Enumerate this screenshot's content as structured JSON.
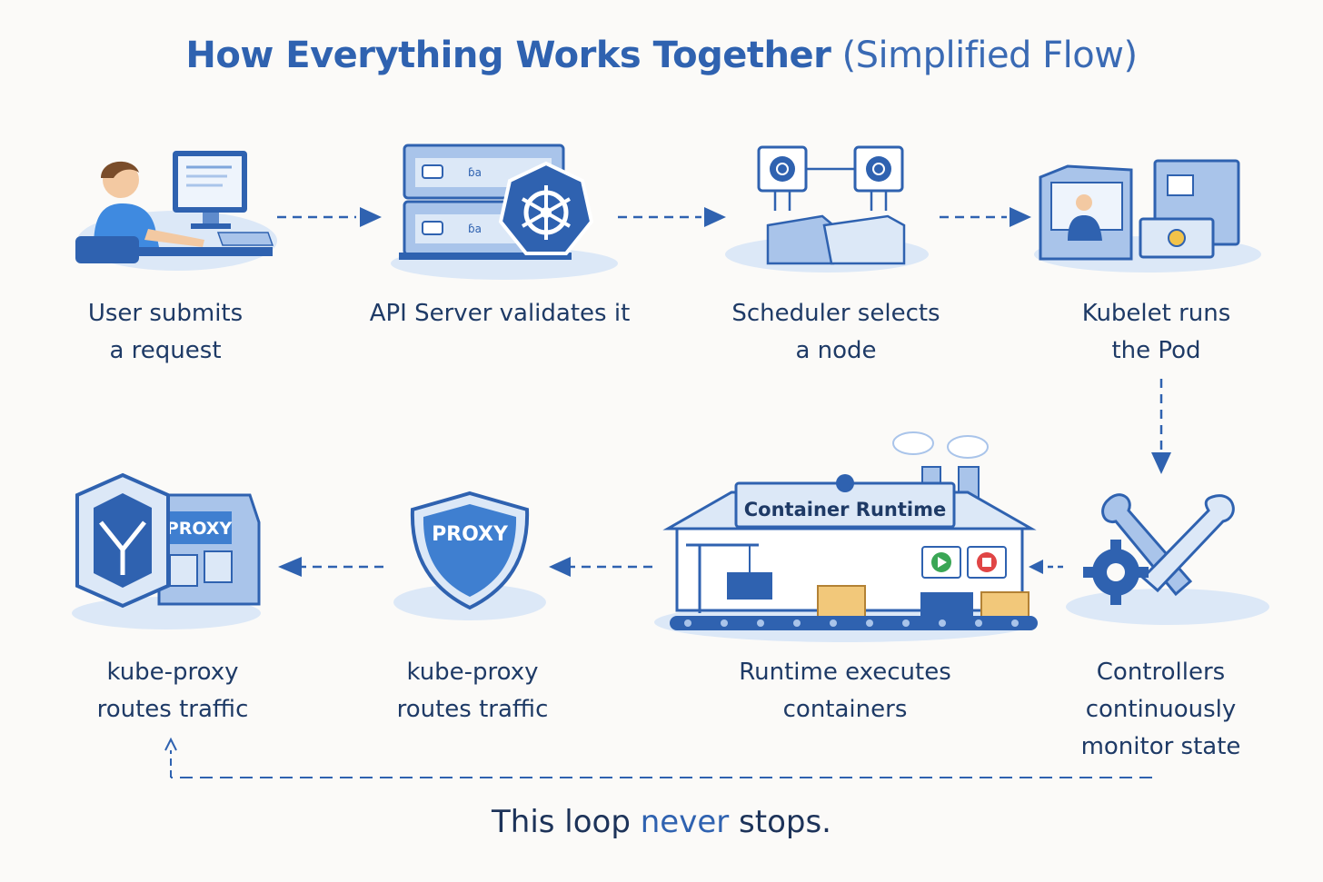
{
  "title": {
    "main": "How Everything Works Together",
    "sub": "(Simplified Flow)"
  },
  "steps": [
    {
      "label": "User submits\na request",
      "icon": "user-computer-icon"
    },
    {
      "label": "API Server validates it",
      "icon": "api-server-icon"
    },
    {
      "label": "Scheduler selects\na node",
      "icon": "scheduler-icon"
    },
    {
      "label": "Kubelet runs\nthe Pod",
      "icon": "kubelet-icon"
    },
    {
      "label": "Controllers\ncontinuously\nmonitor state",
      "icon": "controllers-tools-icon"
    },
    {
      "label": "Runtime executes\ncontainers",
      "icon": "container-runtime-factory-icon",
      "sign": "Container Runtime"
    },
    {
      "label": "kube-proxy\nroutes traffic",
      "icon": "proxy-shield-icon",
      "badge": "PROXY"
    },
    {
      "label": "kube-proxy\nroutes traffic",
      "icon": "proxy-building-icon",
      "badge": "PROXY"
    }
  ],
  "footer": {
    "before": "This loop ",
    "accent": "never",
    "after": " stops."
  },
  "colors": {
    "primary": "#2f62b0",
    "light": "#a9c4ea",
    "pale": "#dce8f7",
    "text": "#1e3a66",
    "background": "#fbfaf8"
  }
}
